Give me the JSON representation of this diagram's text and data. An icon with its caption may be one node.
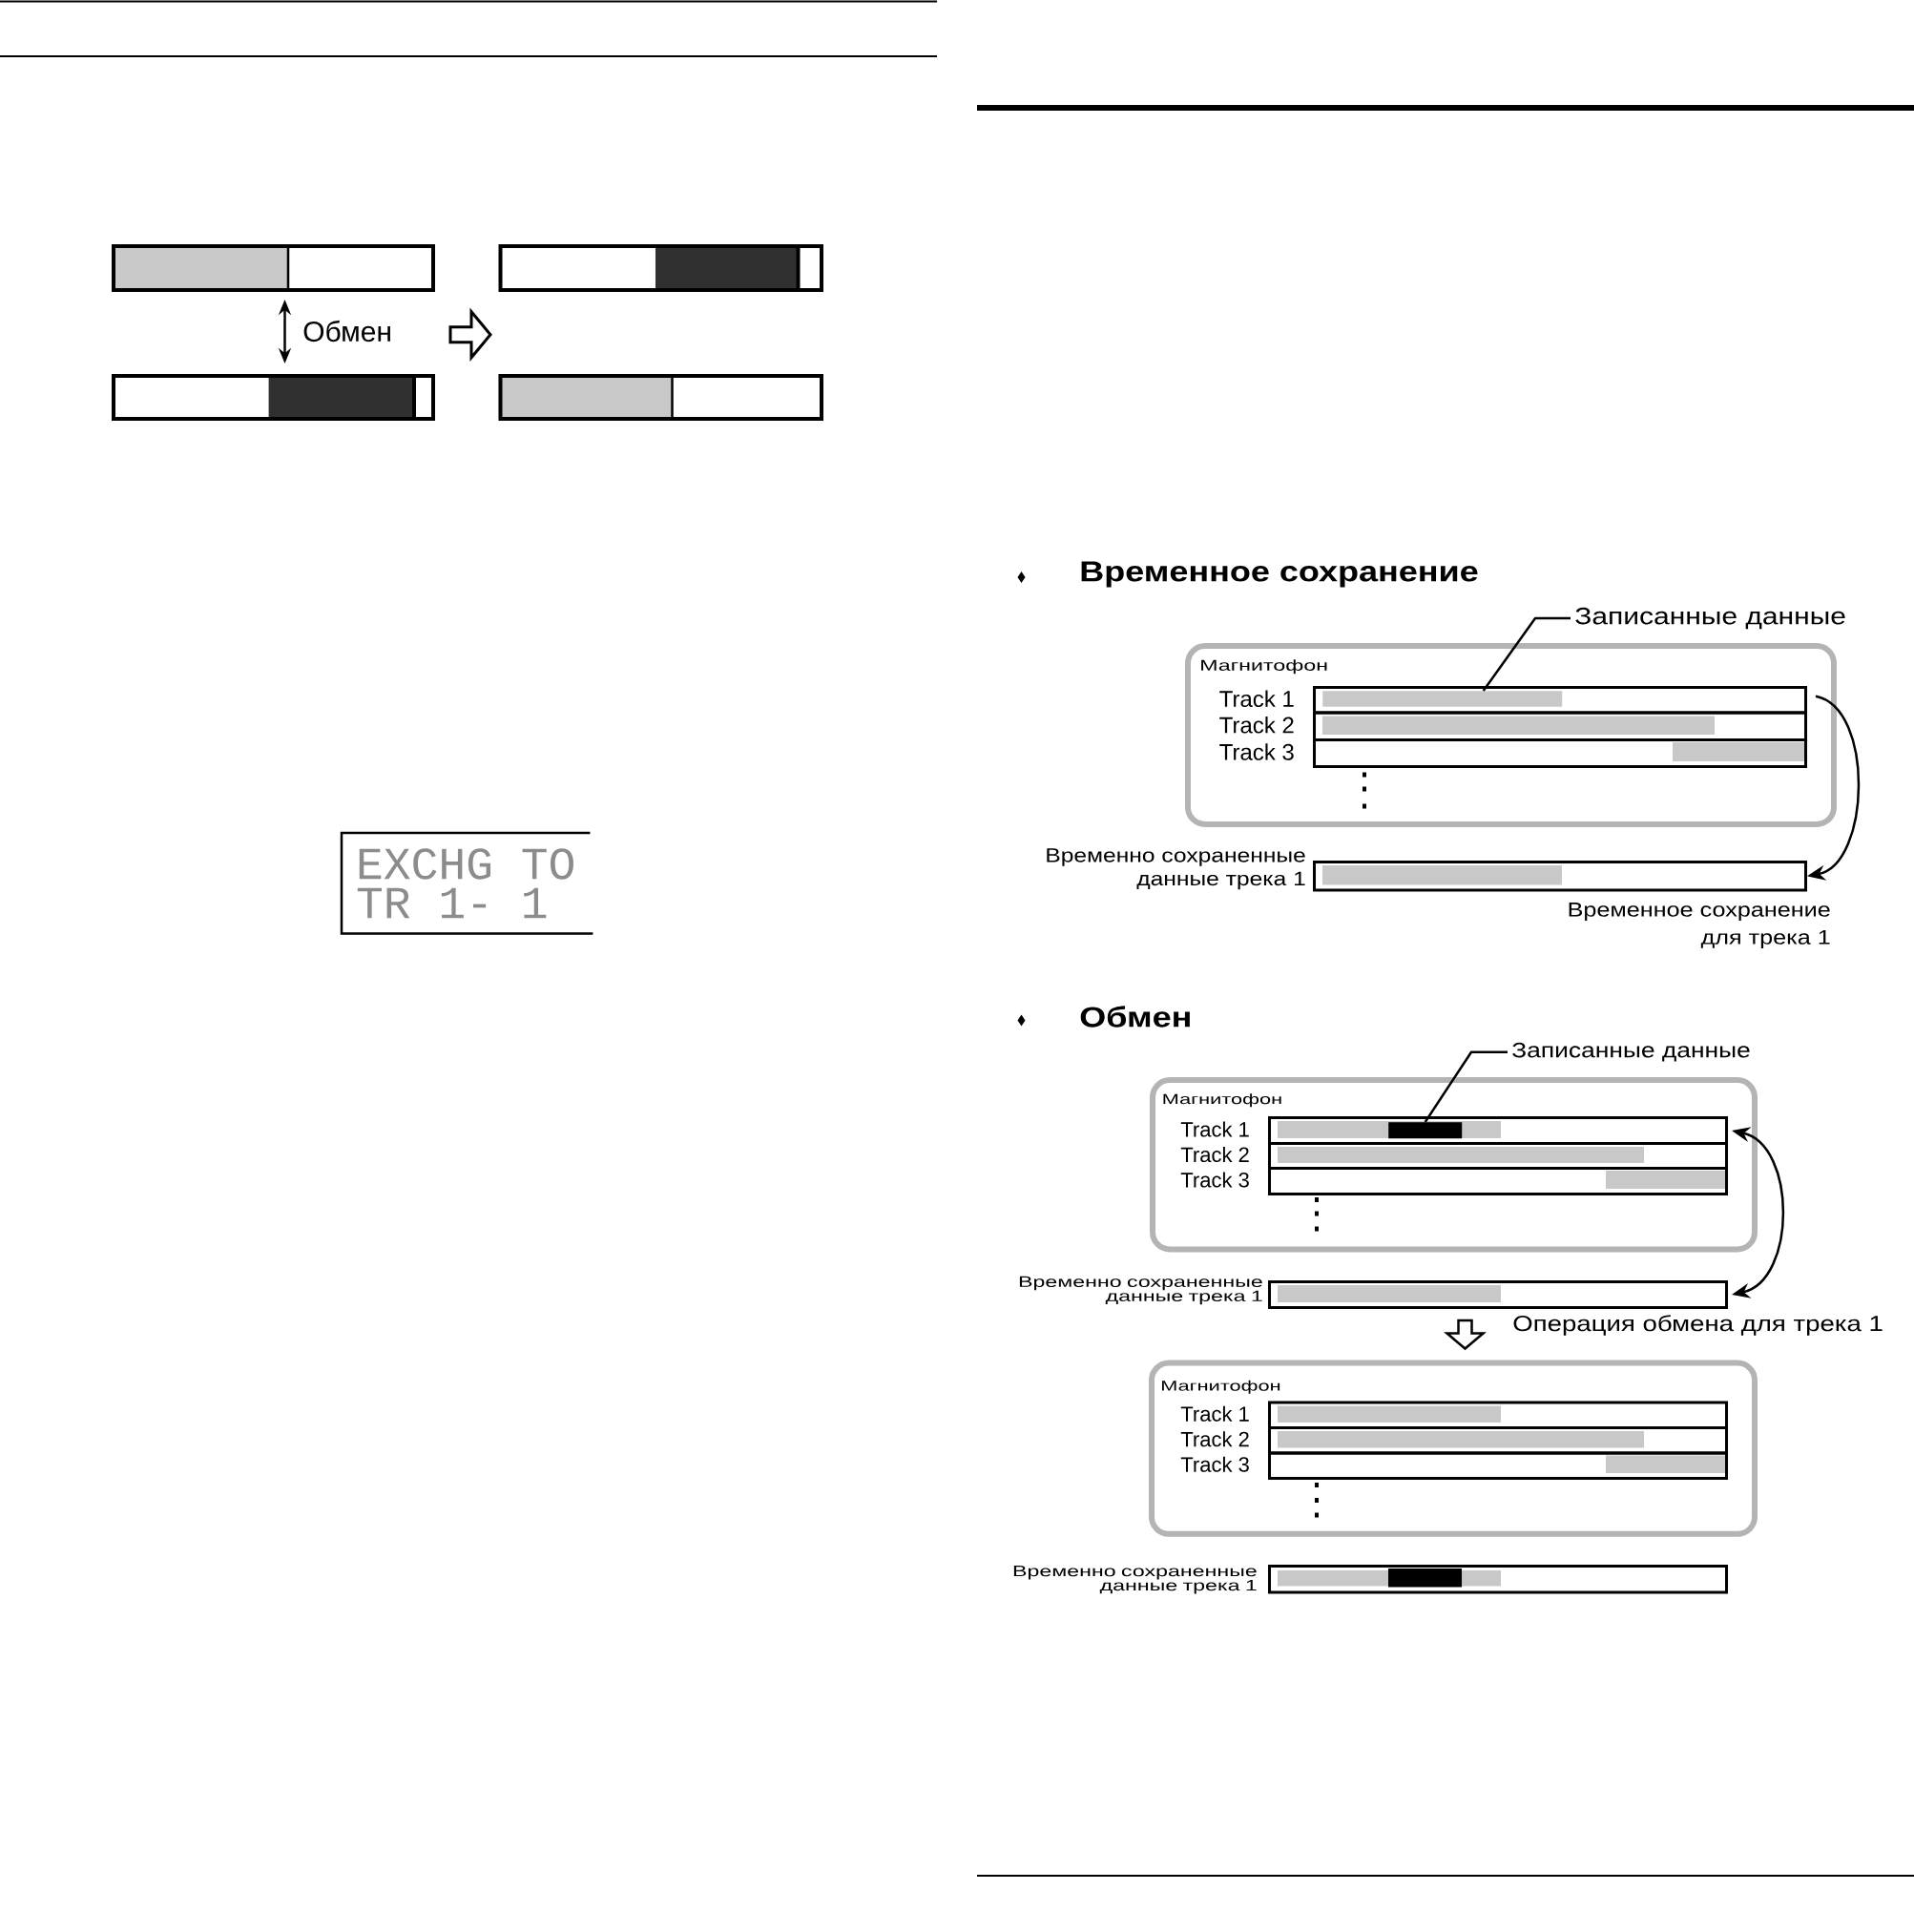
{
  "diagram": {
    "nodes": [
      {
        "text": [],
        "shape": "bar"
      },
      {
        "text": [],
        "shape": "bar"
      },
      {
        "text": [],
        "shape": "bar"
      },
      {
        "text": [],
        "shape": "bar"
      },
      {
        "text": [
          "EXCHG TO",
          "TR 1- 1"
        ]
      },
      {
        "text": [
          "Записанные данные"
        ]
      },
      {
        "text": [
          "Магнитофон"
        ]
      },
      {
        "text": [],
        "shape": "bar",
        "in": 6,
        "beside": [
          "Track 1"
        ]
      },
      {
        "text": [],
        "shape": "bar",
        "in": 7
      },
      {
        "text": [],
        "shape": "bar",
        "in": 6,
        "beside": [
          "Track 2"
        ]
      },
      {
        "text": [],
        "shape": "bar",
        "in": 6,
        "beside": [
          "Track 3"
        ]
      },
      {
        "text": [],
        "shape": "bar",
        "beside": [
          "Временно сохраненные данные трека 1"
        ]
      },
      {
        "text": [
          "Записанные данные"
        ]
      },
      {
        "text": [
          "Магнитофон"
        ]
      },
      {
        "text": [],
        "shape": "bar",
        "in": 13,
        "beside": [
          "Track 1"
        ]
      },
      {
        "text": [],
        "shape": "bar",
        "in": 14
      },
      {
        "text": [],
        "shape": "bar",
        "in": 13,
        "beside": [
          "Track 2"
        ]
      },
      {
        "text": [],
        "shape": "bar",
        "in": 13,
        "beside": [
          "Track 3"
        ]
      },
      {
        "text": [],
        "shape": "bar",
        "beside": [
          "Временно сохраненные данные трека 1"
        ]
      },
      {
        "text": [
          "Магнитофон"
        ]
      },
      {
        "text": [],
        "shape": "bar",
        "in": 19,
        "beside": [
          "Track 1"
        ]
      },
      {
        "text": [],
        "shape": "bar",
        "in": 19,
        "beside": [
          "Track 2"
        ]
      },
      {
        "text": [],
        "shape": "bar",
        "in": 19,
        "beside": [
          "Track 3"
        ]
      },
      {
        "text": [],
        "shape": "bar",
        "beside": [
          "Временно сохраненные данные трека 1"
        ]
      }
    ],
    "edges": [
      {
        "from": 0,
        "to": 2,
        "arrow": "both",
        "label": "Обмен"
      },
      {
        "from": 5,
        "to": 8,
        "arrow": "none"
      },
      {
        "from": 7,
        "to": 11,
        "arrow": "to",
        "label": "Временное сохранение для трека 1"
      },
      {
        "from": 12,
        "to": 15,
        "arrow": "none"
      },
      {
        "from": 14,
        "to": 18,
        "arrow": "both"
      },
      {
        "from": 18,
        "to": 19,
        "arrow": "to",
        "label": "Операция обмена для трека 1"
      },
      {
        "from": 0,
        "to": 1,
        "arrow": "to"
      },
      {
        "from": 2,
        "to": 3,
        "arrow": "to"
      }
    ],
    "labels": [
      "Временное сохранение",
      "Обмен"
    ]
  }
}
